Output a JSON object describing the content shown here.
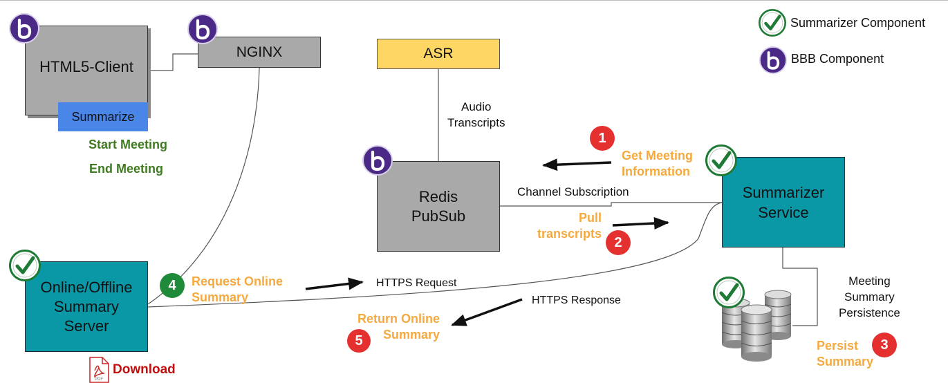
{
  "nodes": {
    "html5_client": "HTML5-Client",
    "summarize_button": "Summarize",
    "nginx": "NGINX",
    "asr": "ASR",
    "redis": "Redis\nPubSub",
    "summarizer_service": "Summarizer\nService",
    "summary_server": "Online/Offline\nSummary\nServer"
  },
  "legend": {
    "summarizer_component": "Summarizer Component",
    "bbb_component": "BBB Component"
  },
  "labels": {
    "start_meeting": "Start Meeting",
    "end_meeting": "End Meeting",
    "audio_transcripts": "Audio\nTranscripts",
    "channel_subscription": "Channel Subscription",
    "https_request": "HTTPS Request",
    "https_response": "HTTPS Response",
    "meeting_summary_persistence": "Meeting\nSummary\nPersistence",
    "download": "Download",
    "pdf_icon_text": "PDF"
  },
  "steps": [
    {
      "number": "1",
      "label": "Get Meeting\nInformation",
      "color": "#e53030"
    },
    {
      "number": "2",
      "label": "Pull\ntranscripts",
      "color": "#e53030"
    },
    {
      "number": "3",
      "label": "Persist\nSummary",
      "color": "#e53030"
    },
    {
      "number": "4",
      "label": "Request Online\nSummary",
      "color": "#1f8a3a"
    },
    {
      "number": "5",
      "label": "Return Online\nSummary",
      "color": "#e53030"
    }
  ],
  "colors": {
    "teal": "#0a97a6",
    "gray": "#a9a9a9",
    "asr_yellow": "#fdd663",
    "summarize_blue": "#4a86e8",
    "orange_label": "#f5a93f",
    "green_label": "#3f7a21",
    "bbb_purple": "#4b2a87",
    "check_green": "#1f7a35"
  },
  "icons": [
    "bbb-logo-icon",
    "checkmark-icon",
    "database-icon",
    "pdf-file-icon",
    "arrow-icon"
  ]
}
